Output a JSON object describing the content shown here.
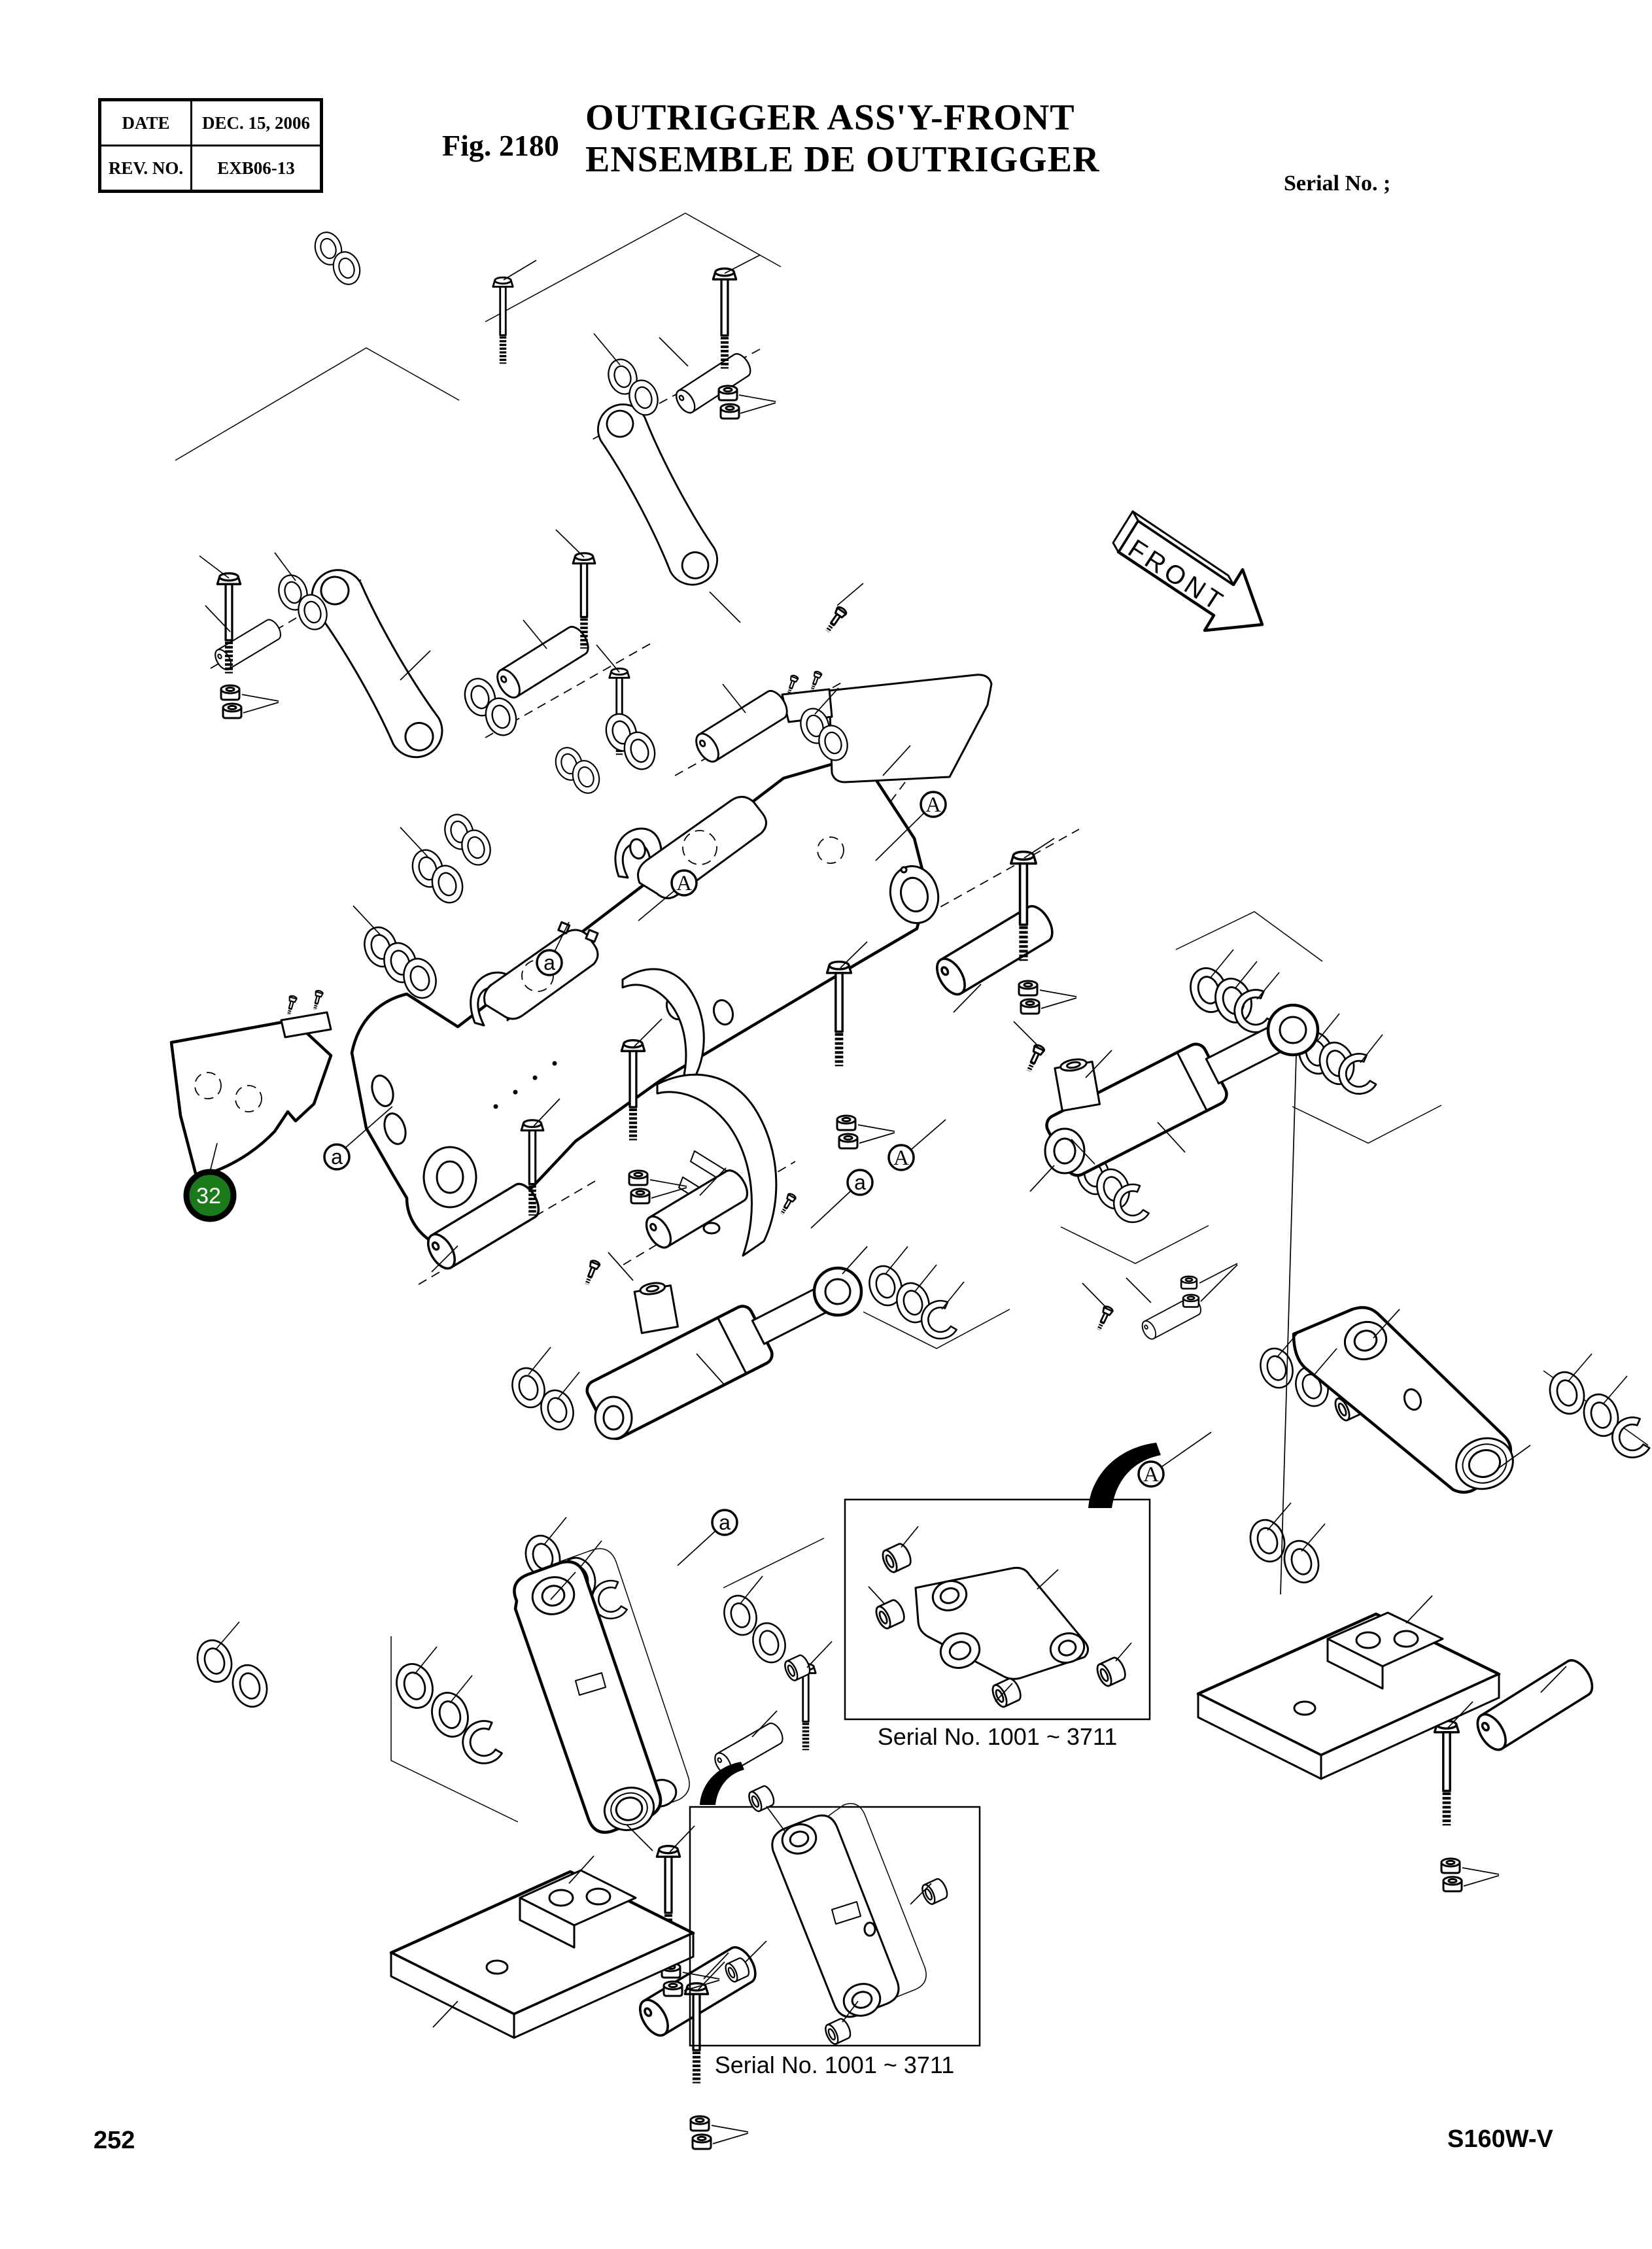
{
  "header": {
    "info_table": {
      "rows": [
        {
          "label": "DATE",
          "value": "DEC. 15, 2006"
        },
        {
          "label": "REV. NO.",
          "value": "EXB06-13"
        }
      ]
    },
    "figure_label": "Fig. 2180",
    "title_line1": "OUTRIGGER ASS'Y-FRONT",
    "title_line2": "ENSEMBLE DE OUTRIGGER",
    "serial_note": "Serial No. ;"
  },
  "diagram": {
    "front_label": "FRONT",
    "part_badge": {
      "number": "32",
      "fill": "#1b7b1b",
      "text_color": "#ffffff"
    },
    "callouts": [
      {
        "label": "A"
      },
      {
        "label": "A"
      },
      {
        "label": "A"
      },
      {
        "label": "A"
      },
      {
        "label": "a"
      },
      {
        "label": "a"
      },
      {
        "label": "a"
      },
      {
        "label": "a"
      }
    ],
    "insets": [
      {
        "caption": "Serial No. 1001 ~ 3711"
      },
      {
        "caption": "Serial No. 1001 ~ 3711"
      }
    ]
  },
  "footer": {
    "page_number": "252",
    "model_code": "S160W-V"
  }
}
